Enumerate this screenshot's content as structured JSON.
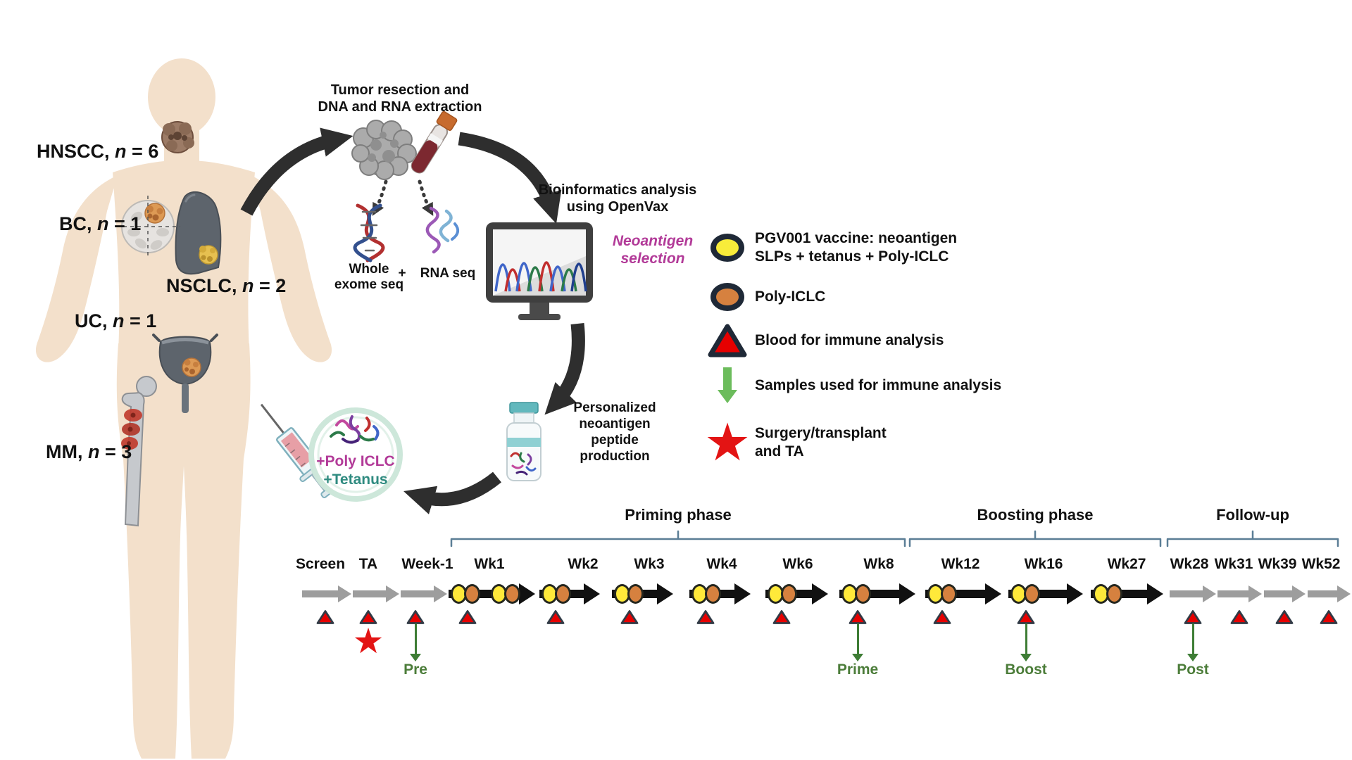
{
  "patients": [
    {
      "name": "HNSCC,",
      "var": "n",
      "value": "= 6"
    },
    {
      "name": "BC,",
      "var": "n",
      "value": "= 1"
    },
    {
      "name": "NSCLC,",
      "var": "n",
      "value": "= 2"
    },
    {
      "name": "UC,",
      "var": "n",
      "value": "= 1"
    },
    {
      "name": "MM,",
      "var": "n",
      "value": "= 3"
    }
  ],
  "workflow": {
    "resection_title": "Tumor resection and\nDNA and RNA extraction",
    "whole_exome_label": "Whole\nexome seq",
    "plus_sign": "+",
    "rna_seq_label": "RNA seq",
    "bioinformatics_label": "Bioinformatics analysis\nusing OpenVax",
    "neoantigen_selection_label": "Neoantigen\nselection",
    "production_label": "Personalized\nneoantigen\npeptide\nproduction",
    "vaccine_circle_line1": "+Poly ICLC",
    "vaccine_circle_line2": "+Tetanus"
  },
  "legend": {
    "items": [
      {
        "icon": "yellow-oval",
        "label": "PGV001 vaccine: neoantigen\nSLPs + tetanus + Poly-ICLC"
      },
      {
        "icon": "orange-oval",
        "label": "Poly-ICLC"
      },
      {
        "icon": "blood-triangle",
        "label": "Blood for immune analysis"
      },
      {
        "icon": "green-arrow",
        "label": "Samples used for immune analysis"
      },
      {
        "icon": "red-star",
        "label": "Surgery/transplant\nand TA"
      }
    ]
  },
  "timeline": {
    "phases": [
      {
        "label": "Priming phase"
      },
      {
        "label": "Boosting phase"
      },
      {
        "label": "Follow-up"
      }
    ],
    "points": [
      {
        "label": "Screen",
        "arrow": "gray",
        "doses": 0,
        "blood": true
      },
      {
        "label": "TA",
        "arrow": "gray",
        "doses": 0,
        "blood": true,
        "star": true
      },
      {
        "label": "Week-1",
        "arrow": "gray",
        "doses": 0,
        "blood": true,
        "sample": "Pre"
      },
      {
        "label": "Wk1",
        "arrow": "black",
        "doses": 2,
        "blood": true
      },
      {
        "label": "Wk2",
        "arrow": "black",
        "doses": 1,
        "blood": true
      },
      {
        "label": "Wk3",
        "arrow": "black",
        "doses": 1,
        "blood": true
      },
      {
        "label": "Wk4",
        "arrow": "black",
        "doses": 1,
        "blood": true
      },
      {
        "label": "Wk6",
        "arrow": "black",
        "doses": 1,
        "blood": true
      },
      {
        "label": "Wk8",
        "arrow": "black",
        "doses": 1,
        "blood": true,
        "sample": "Prime"
      },
      {
        "label": "Wk12",
        "arrow": "black",
        "doses": 1,
        "blood": true
      },
      {
        "label": "Wk16",
        "arrow": "black",
        "doses": 1,
        "blood": true,
        "sample": "Boost"
      },
      {
        "label": "Wk27",
        "arrow": "black",
        "doses": 1,
        "blood": false
      },
      {
        "label": "Wk28",
        "arrow": "gray",
        "doses": 0,
        "blood": true,
        "sample": "Post"
      },
      {
        "label": "Wk31",
        "arrow": "gray",
        "doses": 0,
        "blood": true
      },
      {
        "label": "Wk39",
        "arrow": "gray",
        "doses": 0,
        "blood": true
      },
      {
        "label": "Wk52",
        "arrow": "gray",
        "doses": 0,
        "blood": true
      }
    ]
  },
  "colors": {
    "vaccine_yellow": "#ffe93a",
    "poly_iclc_orange": "#d6813f",
    "blood_triangle_red": "#e60000",
    "sample_green": "#4c7d3a",
    "star_red": "#e31414",
    "neoantigen_purple": "#b23a98",
    "tetanus_teal": "#2f8b80",
    "timeline_gray": "#9d9d9d",
    "timeline_black": "#111111",
    "bracket_blue": "#5b7e96",
    "body_skin": "#f3e0cb"
  }
}
